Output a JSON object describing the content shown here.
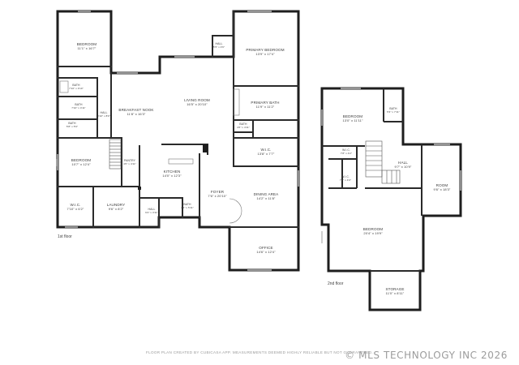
{
  "floors": {
    "first": {
      "label": "1st floor",
      "rooms": {
        "bedroom_nw": {
          "name": "BEDROOM",
          "dims": "11'1\" x 16'7\""
        },
        "bath_w": {
          "name": "BATH",
          "dims": "7'10\" x 3'10\""
        },
        "bath_w2": {
          "name": "BATH",
          "dims": "7'10\" x 4'11\""
        },
        "bath_w3": {
          "name": "BATH",
          "dims": "5'8\" x 5'9\""
        },
        "hall_w": {
          "name": "HALL",
          "dims": "3'10\" x 8'9\""
        },
        "breakfast_nook": {
          "name": "BREAKFAST NOOK",
          "dims": "11'8\" x 16'3\""
        },
        "living_room": {
          "name": "LIVING ROOM",
          "dims": "16'5\" x 20'10\""
        },
        "hall_n": {
          "name": "HALL",
          "dims": "5'5\" x 4'6\""
        },
        "primary_bedroom": {
          "name": "PRIMARY BEDROOM",
          "dims": "13'9\" x 17'4\""
        },
        "primary_bath": {
          "name": "PRIMARY BATH",
          "dims": "11'9\" x 11'2\""
        },
        "bath_c": {
          "name": "BATH",
          "dims": "4'6\" x 4'11\""
        },
        "wic_primary": {
          "name": "W.I.C.",
          "dims": "13'8\" x 7'7\""
        },
        "bedroom_w": {
          "name": "BEDROOM",
          "dims": "10'7\" x 12'4\""
        },
        "pantry": {
          "name": "PANTRY",
          "dims": "4'6\" x 4'11\""
        },
        "kitchen": {
          "name": "KITCHEN",
          "dims": "14'0\" x 12'3\""
        },
        "foyer": {
          "name": "FOYER",
          "dims": "7'6\" x 20'10\""
        },
        "dining_area": {
          "name": "DINING AREA",
          "dims": "14'2\" x 11'8\""
        },
        "wic_w": {
          "name": "W.I.C.",
          "dims": "7'10\" x 6'2\""
        },
        "laundry": {
          "name": "LAUNDRY",
          "dims": "9'6\" x 8'2\""
        },
        "hall_s": {
          "name": "HALL",
          "dims": "9'4\" x 3'11\""
        },
        "bath_s": {
          "name": "BATH",
          "dims": "4'5\" x 5'11\""
        },
        "office": {
          "name": "OFFICE",
          "dims": "14'6\" x 12'4\""
        }
      }
    },
    "second": {
      "label": "2nd floor",
      "rooms": {
        "bedroom_n": {
          "name": "BEDROOM",
          "dims": "13'0\" x 11'11\""
        },
        "bath_n": {
          "name": "BATH",
          "dims": "5'3\" x 7'11\""
        },
        "wic_a": {
          "name": "W.I.C.",
          "dims": "7'8\" x 4'2\""
        },
        "hall": {
          "name": "HALL",
          "dims": "9'7\" x 10'9\""
        },
        "room": {
          "name": "ROOM",
          "dims": "9'6\" x 18'3\""
        },
        "wic_b": {
          "name": "W.I.C.",
          "dims": "7'8\" x 4'0\""
        },
        "bedroom_big": {
          "name": "BEDROOM",
          "dims": "20'4\" x 19'9\""
        },
        "storage": {
          "name": "STORAGE",
          "dims": "11'0\" x 8'11\""
        }
      }
    }
  },
  "footer": {
    "disclaimer": "FLOOR PLAN CREATED BY CUBICASA APP. MEASUREMENTS DEEMED HIGHLY RELIABLE BUT NOT GUARANTEED.",
    "copyright": "© MLS TECHNOLOGY INC 2026"
  }
}
